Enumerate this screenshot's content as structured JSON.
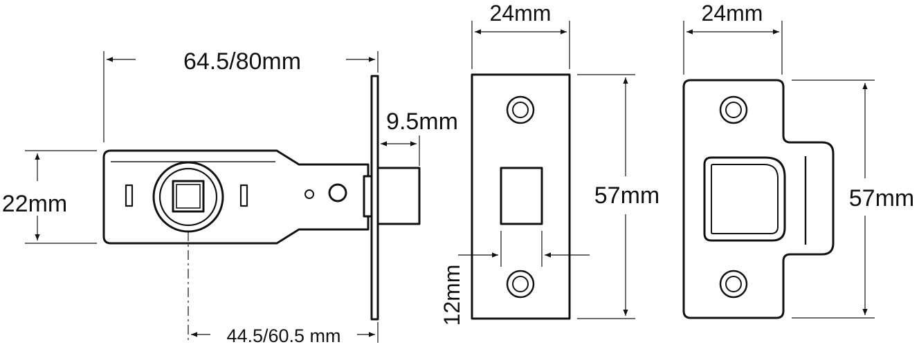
{
  "dimensions": {
    "latch_length": "64.5/80mm",
    "bolt_projection": "9.5mm",
    "body_height": "22mm",
    "backset": "44.5/60.5 mm",
    "faceplate_width": "24mm",
    "faceplate_height": "57mm",
    "bolt_slot_width": "12mm",
    "strike_width": "24mm",
    "strike_height": "57mm"
  },
  "colors": {
    "line": "#111111",
    "background": "#ffffff"
  }
}
